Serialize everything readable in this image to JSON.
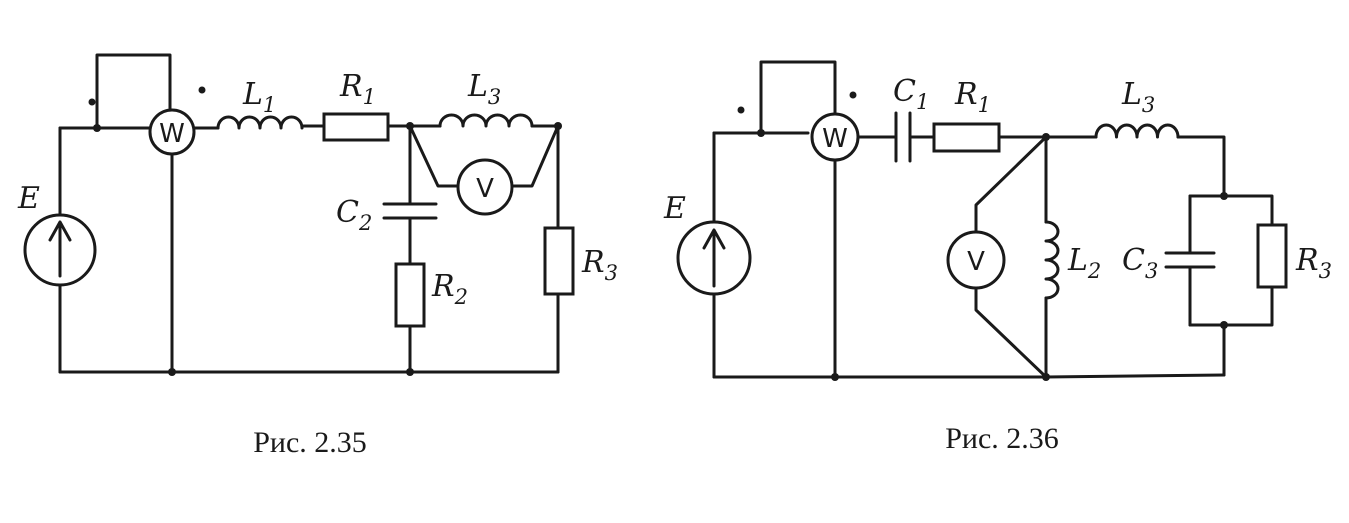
{
  "figures": [
    {
      "caption": "Рис. 2.35",
      "labels": {
        "E": "E",
        "W": "W",
        "V": "V",
        "L1": "L",
        "L1_sub": "1",
        "R1": "R",
        "R1_sub": "1",
        "L3": "L",
        "L3_sub": "3",
        "C2": "C",
        "C2_sub": "2",
        "R2": "R",
        "R2_sub": "2",
        "R3": "R",
        "R3_sub": "3"
      }
    },
    {
      "caption": "Рис. 2.36",
      "labels": {
        "E": "E",
        "W": "W",
        "V": "V",
        "C1": "C",
        "C1_sub": "1",
        "R1": "R",
        "R1_sub": "1",
        "L3": "L",
        "L3_sub": "3",
        "L2": "L",
        "L2_sub": "2",
        "C3": "C",
        "C3_sub": "3",
        "R3": "R",
        "R3_sub": "3"
      }
    }
  ]
}
